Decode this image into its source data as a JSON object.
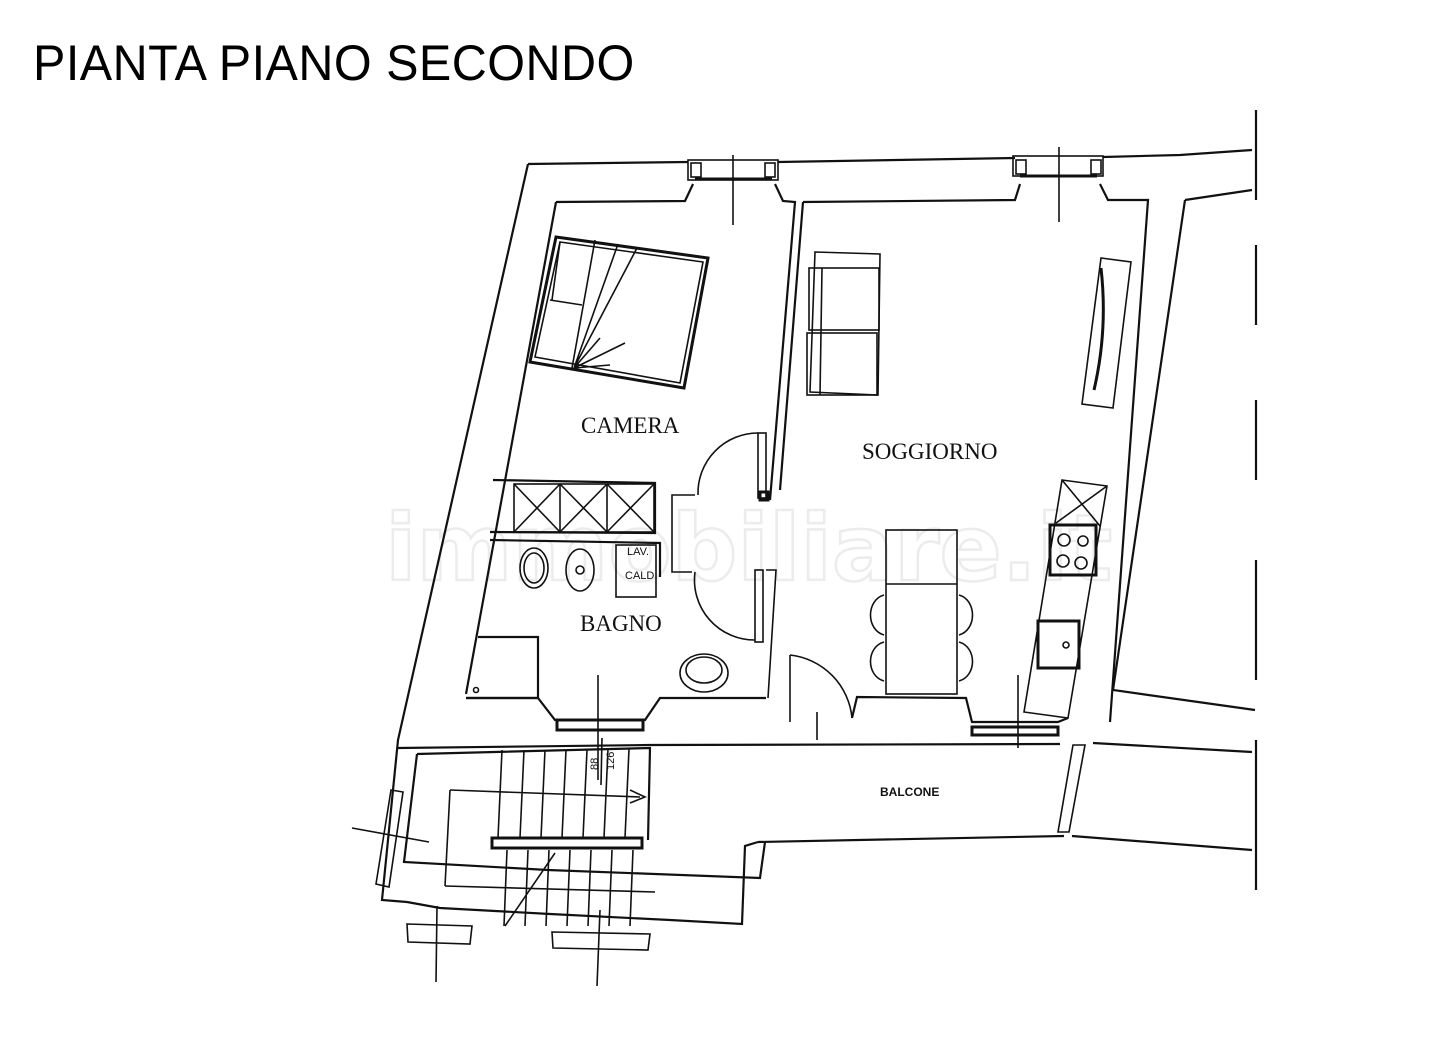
{
  "title": "PIANTA PIANO SECONDO",
  "watermark": "immobiliare.it",
  "rooms": {
    "camera": "CAMERA",
    "soggiorno": "SOGGIORNO",
    "bagno": "BAGNO",
    "balcone": "BALCONE"
  },
  "fixtures": {
    "lav": "LAV.",
    "cald": "CALD."
  },
  "dimensions": {
    "stair_width_1": "88",
    "stair_width_2": "126"
  },
  "colors": {
    "line": "#111111",
    "background": "#ffffff",
    "watermark": "#ececec"
  }
}
